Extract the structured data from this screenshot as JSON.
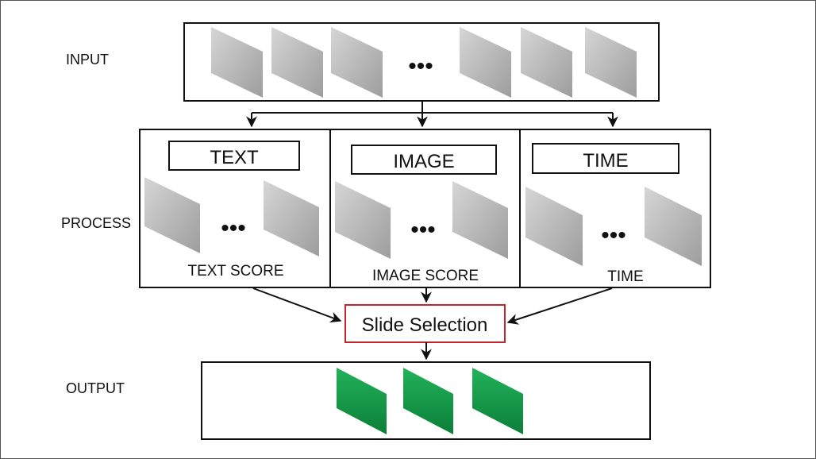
{
  "stages": {
    "input": "INPUT",
    "process": "PROCESS",
    "output": "OUTPUT"
  },
  "ellipsis": "•••",
  "modules": [
    {
      "title": "TEXT",
      "caption": "TEXT SCORE"
    },
    {
      "title": "IMAGE",
      "caption": "IMAGE SCORE"
    },
    {
      "title": "TIME",
      "caption": "TIME"
    }
  ],
  "selection": {
    "label": "Slide Selection",
    "border_color": "#c0272d"
  },
  "colors": {
    "slide_gray": "#b9b9b9",
    "slide_green": "#14a14a",
    "stroke": "#111111"
  }
}
